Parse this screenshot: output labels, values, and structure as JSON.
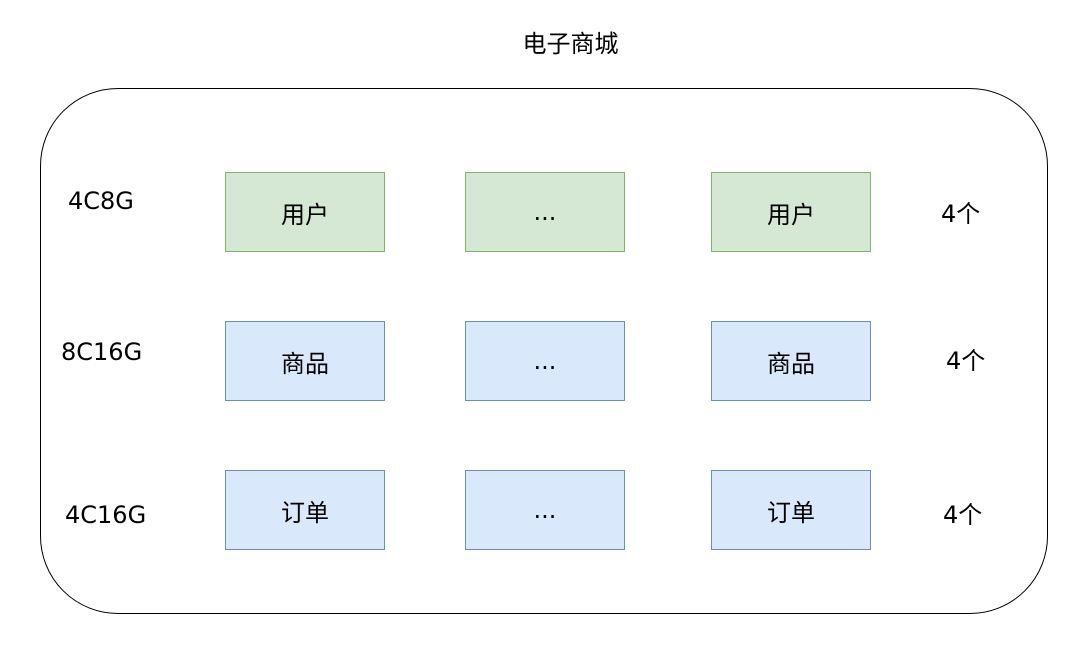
{
  "title": "电子商城",
  "colors": {
    "green_fill": "#d5e8d4",
    "green_stroke": "#82b366",
    "blue_fill": "#dae8fc",
    "blue_stroke": "#6c8ebf"
  },
  "rows": [
    {
      "spec": "4C8G",
      "boxes": [
        "用户",
        "...",
        "用户"
      ],
      "count": "4个",
      "color": "green"
    },
    {
      "spec": "8C16G",
      "boxes": [
        "商品",
        "...",
        "商品"
      ],
      "count": "4个",
      "color": "blue"
    },
    {
      "spec": "4C16G",
      "boxes": [
        "订单",
        "...",
        "订单"
      ],
      "count": "4个",
      "color": "blue"
    }
  ]
}
